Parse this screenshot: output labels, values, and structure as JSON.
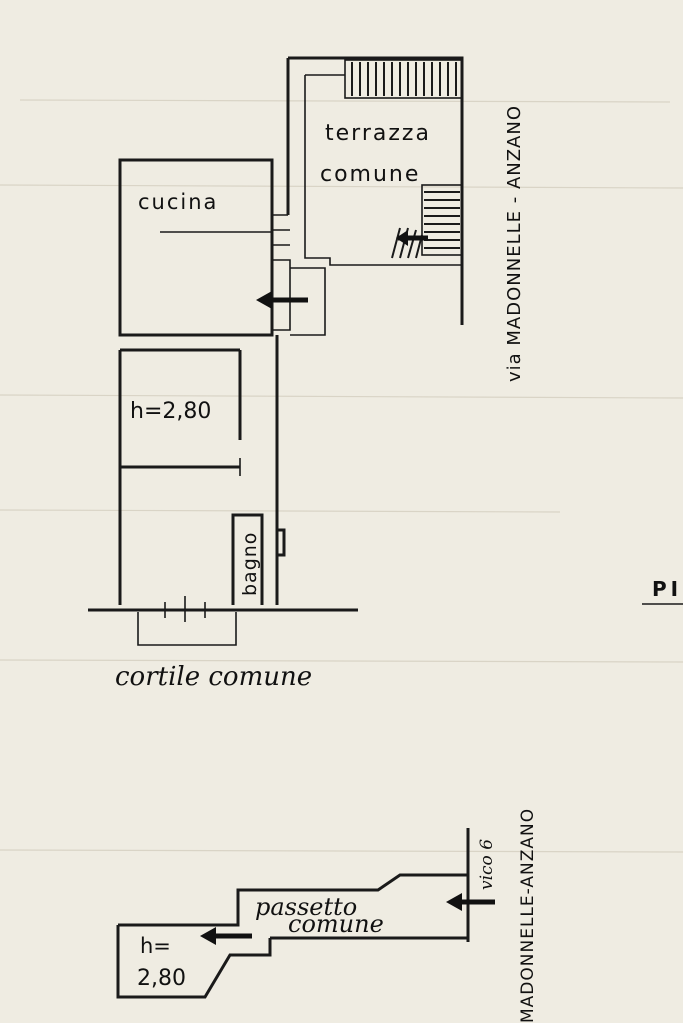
{
  "rooms": {
    "terrazza_line1": "terrazza",
    "terrazza_line2": "comune",
    "cucina": "cucina",
    "height_main": "h=2,80",
    "bagno": "bagno",
    "cortile": "cortile comune"
  },
  "street": {
    "upper": "via MADONNELLE - ANZANO",
    "lower": "MADONNELLE-ANZANO",
    "civic": "vico 6"
  },
  "lower_plan": {
    "passage_line1": "passetto",
    "passage_line2": "comune",
    "height_line1": "h=",
    "height_line2": "2,80"
  },
  "edge_text": "PI"
}
